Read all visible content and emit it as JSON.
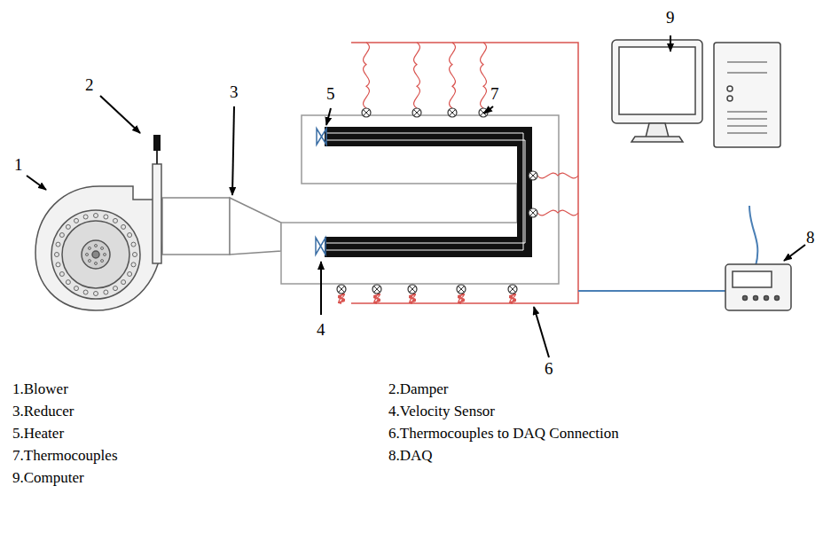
{
  "diagram": {
    "labels": [
      "1",
      "2",
      "3",
      "4",
      "5",
      "6",
      "7",
      "8",
      "9",
      "1.Blower",
      "2.Damper",
      "3.Reducer",
      "4.Velocity Sensor",
      "5.Heater",
      "6.Thermocouples to DAQ Connection",
      "7.Thermocouples",
      "8.DAQ",
      "9.Computer"
    ]
  }
}
